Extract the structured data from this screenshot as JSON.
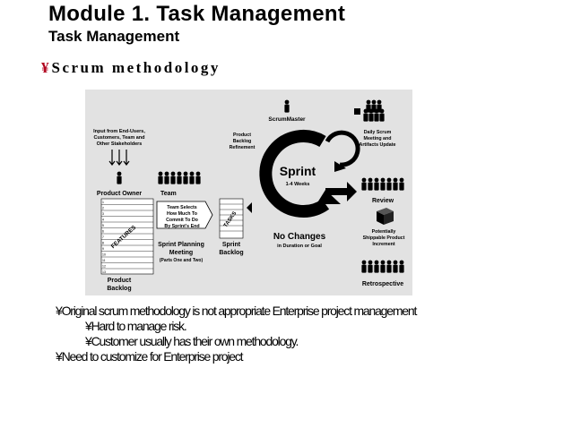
{
  "slide": {
    "title": "Module 1. Task Management",
    "subtitle": "Task Management",
    "section_bullet": "¥",
    "section_title": "Scrum methodology"
  },
  "diagram": {
    "input_label": [
      "Input from End-Users,",
      "Customers, Team and",
      "Other Stakeholders"
    ],
    "product_owner": "Product Owner",
    "team": "Team",
    "features": "FEATURES",
    "backlog_rows": [
      "1",
      "2",
      "3",
      "4",
      "5",
      "6",
      "7",
      "8",
      "9",
      "10",
      "11",
      "12",
      "13"
    ],
    "product_backlog": [
      "Product",
      "Backlog"
    ],
    "team_selects": [
      "Team Selects",
      "How Much To",
      "Commit To Do",
      "By Sprint's End"
    ],
    "sprint_planning": [
      "Sprint Planning",
      "Meeting",
      "(Parts One and Two)"
    ],
    "tasks": "TASKS",
    "sprint_backlog": [
      "Sprint",
      "Backlog"
    ],
    "product_backlog_refinement": [
      "Product",
      "Backlog",
      "Refinement"
    ],
    "scrum_master": "ScrumMaster",
    "sprint": "Sprint",
    "sprint_weeks": "1-4 Weeks",
    "no_changes": "No Changes",
    "no_changes_sub": "in Duration or Goal",
    "daily_scrum": [
      "Daily Scrum",
      "Meeting and",
      "Artifacts Update"
    ],
    "review": "Review",
    "increment": [
      "Potentially",
      "Shippable Product",
      "Increment"
    ],
    "retrospective": "Retrospective"
  },
  "bullets": {
    "b1": "¥Original scrum methodology is not appropriate Enterprise project management",
    "b2": "¥Hard to manage risk.",
    "b3": "¥Customer usually has their own methodology.",
    "b4": "¥Need to customize for Enterprise project"
  }
}
